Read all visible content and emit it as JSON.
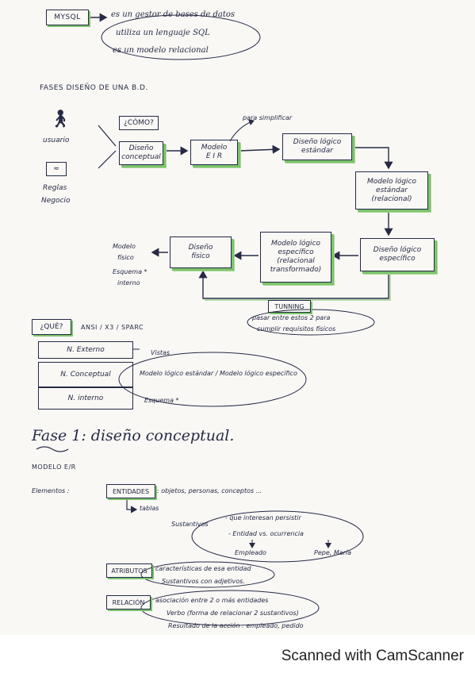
{
  "header": {
    "mysql": "MYSQL",
    "line1": "es un gestor de bases de datos",
    "line2": "utiliza un lenguaje SQL",
    "line3": "es un modelo relacional"
  },
  "section_title": "FASES DISEÑO DE UNA B.D.",
  "left": {
    "usuario": "usuario",
    "reglas1": "Reglas",
    "reglas2": "Negocio"
  },
  "diagram": {
    "como": "¿CÓMO?",
    "conceptual1": "Diseño",
    "conceptual2": "conceptual",
    "eir1": "Modelo",
    "eir2": "E I R",
    "simplificar": "para simplificar",
    "logico_std1": "Diseño lógico",
    "logico_std2": "estándar",
    "modelo_std1": "Modelo lógico",
    "modelo_std2": "estándar",
    "modelo_std3": "(relacional)",
    "logico_esp1": "Diseño lógico",
    "logico_esp2": "específico",
    "modelo_esp1": "Modelo lógico",
    "modelo_esp2": "específico",
    "modelo_esp3": "(relacional",
    "modelo_esp4": "transformado)",
    "fisico1": "Diseño",
    "fisico2": "físico",
    "mfisico1": "Modelo",
    "mfisico2": "físico",
    "esquema1": "Esquema *",
    "esquema2": "interno",
    "tunning": "TUNNING",
    "tunning_note1": "pasar entre estos 2 para",
    "tunning_note2": "cumplir requisitos físicos"
  },
  "que": {
    "label": "¿QUÉ?",
    "text": "ANSI / X3 / SPARC"
  },
  "levels": {
    "externo": "N. Externo",
    "conceptual": "N. Conceptual",
    "interno": "N. interno",
    "vistas": "Vistas",
    "modelos": "Modelo lógico estándar / Modelo lógico específico",
    "esquema": "Esquema *"
  },
  "fase": {
    "title": "Fase 1: diseño conceptual.",
    "modelo": "MODELO E/R",
    "elementos": "Elementos :",
    "entidades": "ENTIDADES",
    "entidades_def": ": objetos, personas, conceptos ...",
    "tablas": "tablas",
    "sustantivos": "Sustantivos",
    "s1": "- que interesan persistir",
    "s2": "- Entidad  vs.  ocurrencia",
    "s3": "Empleado",
    "s4": "Pepe, María",
    "atributos": "ATRIBUTOS",
    "atrib1": "características de esa entidad",
    "atrib2": "Sustantivos  con  adjetivos.",
    "relacion": "RELACIÓN",
    "rel1": "asociación entre 2 o más entidades",
    "rel2": "Verbo (forma de relacionar 2 sustantivos)",
    "rel3": "Resultado de la acción : empleado, pedido"
  },
  "footer": "Scanned with CamScanner"
}
